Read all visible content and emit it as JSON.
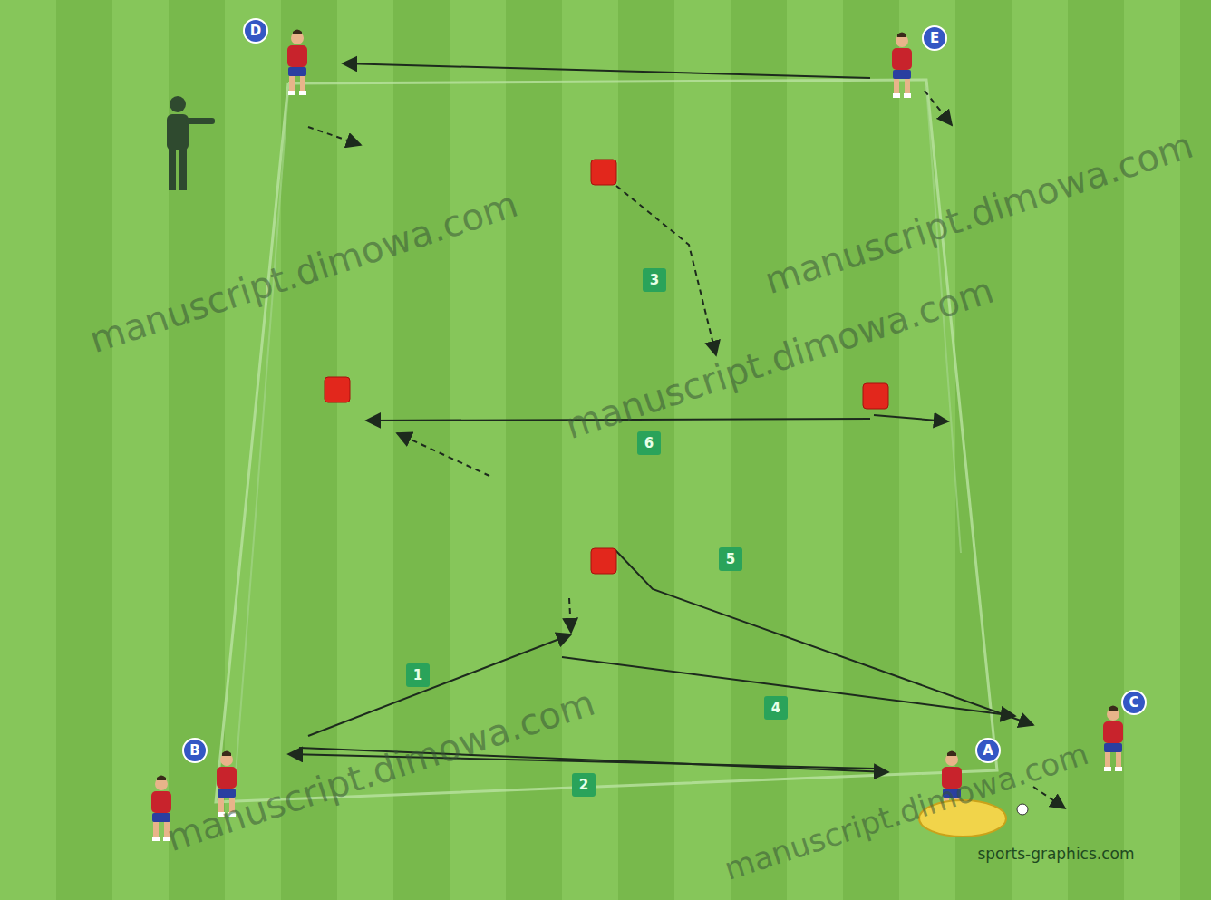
{
  "diagram": {
    "nodes": [
      {
        "text": [
          "D"
        ]
      },
      {
        "text": [
          "E"
        ]
      },
      {
        "text": [
          "C"
        ]
      },
      {
        "text": [
          "B"
        ]
      },
      {
        "text": [
          "A"
        ]
      }
    ],
    "labels": [
      "3",
      "6",
      "5",
      "1",
      "4",
      "2",
      "manuscript.dimowa.com",
      "manuscript.dimowa.com",
      "manuscript.dimowa.com",
      "manuscript.dimowa.com",
      "manuscript.dimowa.com",
      "sports-graphics.com"
    ]
  }
}
